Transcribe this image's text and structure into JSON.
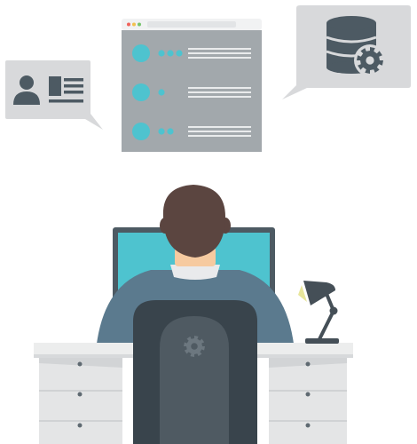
{
  "colors": {
    "bubble_gray": "#d8d9db",
    "dark_slate": "#4d5a63",
    "window_gray": "#a2a8ac",
    "accent_teal": "#4ec3cf",
    "window_line": "#e9ebec",
    "hair": "#5b4540",
    "skin": "#f6caa0",
    "shirt_blue": "#5b7a8e",
    "collar": "#e9eaec",
    "chair": "#39444c",
    "chair_light": "#4f5a62",
    "desk_top": "#eceded",
    "desk_body": "#e4e5e6",
    "drawer_line": "#c9cbcd",
    "knob": "#5f6a72",
    "lamp": "#454f57",
    "lamp_light": "#e8e69b"
  },
  "icons": {
    "left_bubble": [
      "user-icon",
      "id-card-icon"
    ],
    "center_window": [
      "list-window-icon"
    ],
    "right_bubble": [
      "database-icon",
      "gear-icon"
    ],
    "chair_back": [
      "gear-icon"
    ]
  },
  "window": {
    "title_dots": [
      "#f0635b",
      "#f2c14e",
      "#77c46d"
    ],
    "rows": [
      {
        "bullets": 3
      },
      {
        "bullets": 1
      },
      {
        "bullets": 2
      }
    ]
  }
}
